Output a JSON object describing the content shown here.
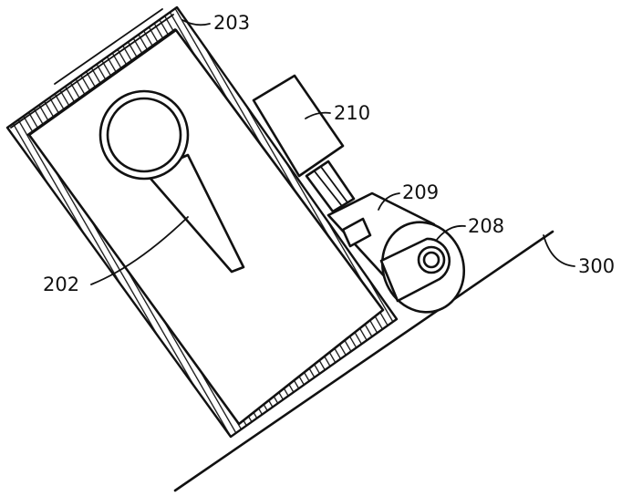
{
  "labels": {
    "l203": "203",
    "l210": "210",
    "l209": "209",
    "l208": "208",
    "l202": "202",
    "l300": "300"
  },
  "colors": {
    "line": "#111111",
    "background": "#ffffff"
  }
}
